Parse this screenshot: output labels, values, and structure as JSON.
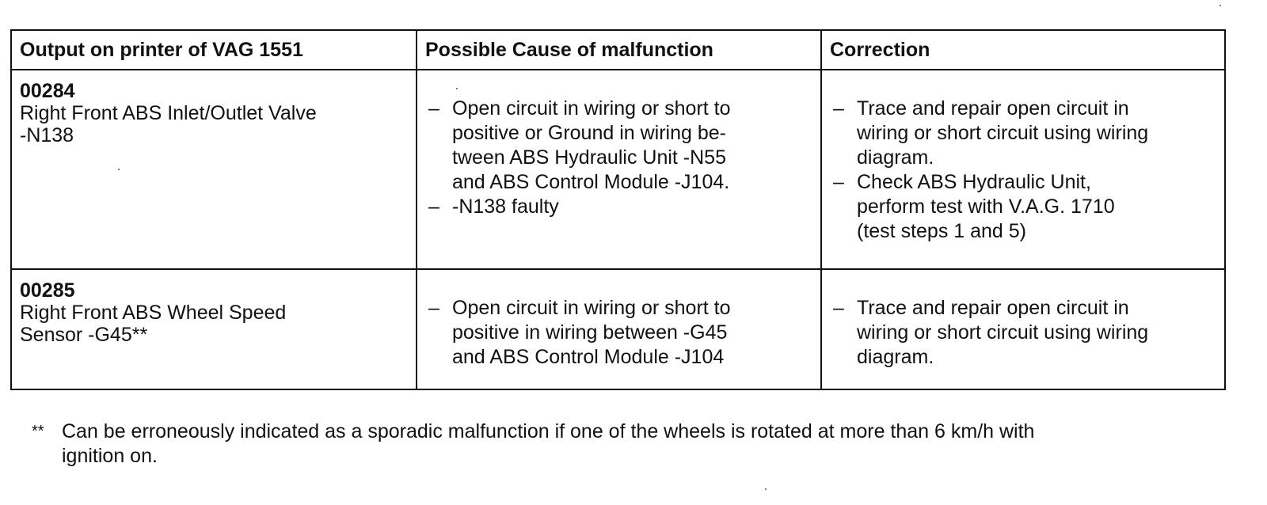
{
  "table": {
    "headers": [
      "Output on printer of VAG 1551",
      "Possible Cause of malfunction",
      "Correction"
    ],
    "rows": [
      {
        "code": "00284",
        "description_lines": [
          "Right Front ABS Inlet/Outlet Valve",
          "-N138"
        ],
        "causes": [
          {
            "dash": "–",
            "lines": [
              "Open circuit in wiring or short to",
              "positive or Ground in wiring be-",
              "tween ABS Hydraulic Unit -N55",
              "and ABS Control Module -J104."
            ]
          },
          {
            "dash": "–",
            "lines": [
              "-N138 faulty"
            ]
          }
        ],
        "corrections": [
          {
            "dash": "–",
            "lines": [
              "Trace and repair open circuit in",
              "wiring or short circuit using wiring",
              "diagram."
            ]
          },
          {
            "dash": "–",
            "lines": [
              "Check ABS Hydraulic Unit,",
              "perform test with V.A.G. 1710",
              "(test steps 1 and 5)"
            ]
          }
        ]
      },
      {
        "code": "00285",
        "description_lines": [
          "Right Front ABS Wheel Speed",
          "Sensor -G45**"
        ],
        "causes": [
          {
            "dash": "–",
            "lines": [
              "Open circuit in wiring or short to",
              "positive in wiring between -G45",
              "and ABS Control Module -J104"
            ]
          }
        ],
        "corrections": [
          {
            "dash": "–",
            "lines": [
              "Trace and repair open circuit in",
              "wiring  or short circuit using wiring",
              "diagram."
            ]
          }
        ]
      }
    ]
  },
  "footnote": {
    "mark": "**",
    "lines": [
      "Can be erroneously indicated as a sporadic malfunction if one of the wheels is rotated at more than 6 km/h with",
      "ignition on."
    ]
  }
}
